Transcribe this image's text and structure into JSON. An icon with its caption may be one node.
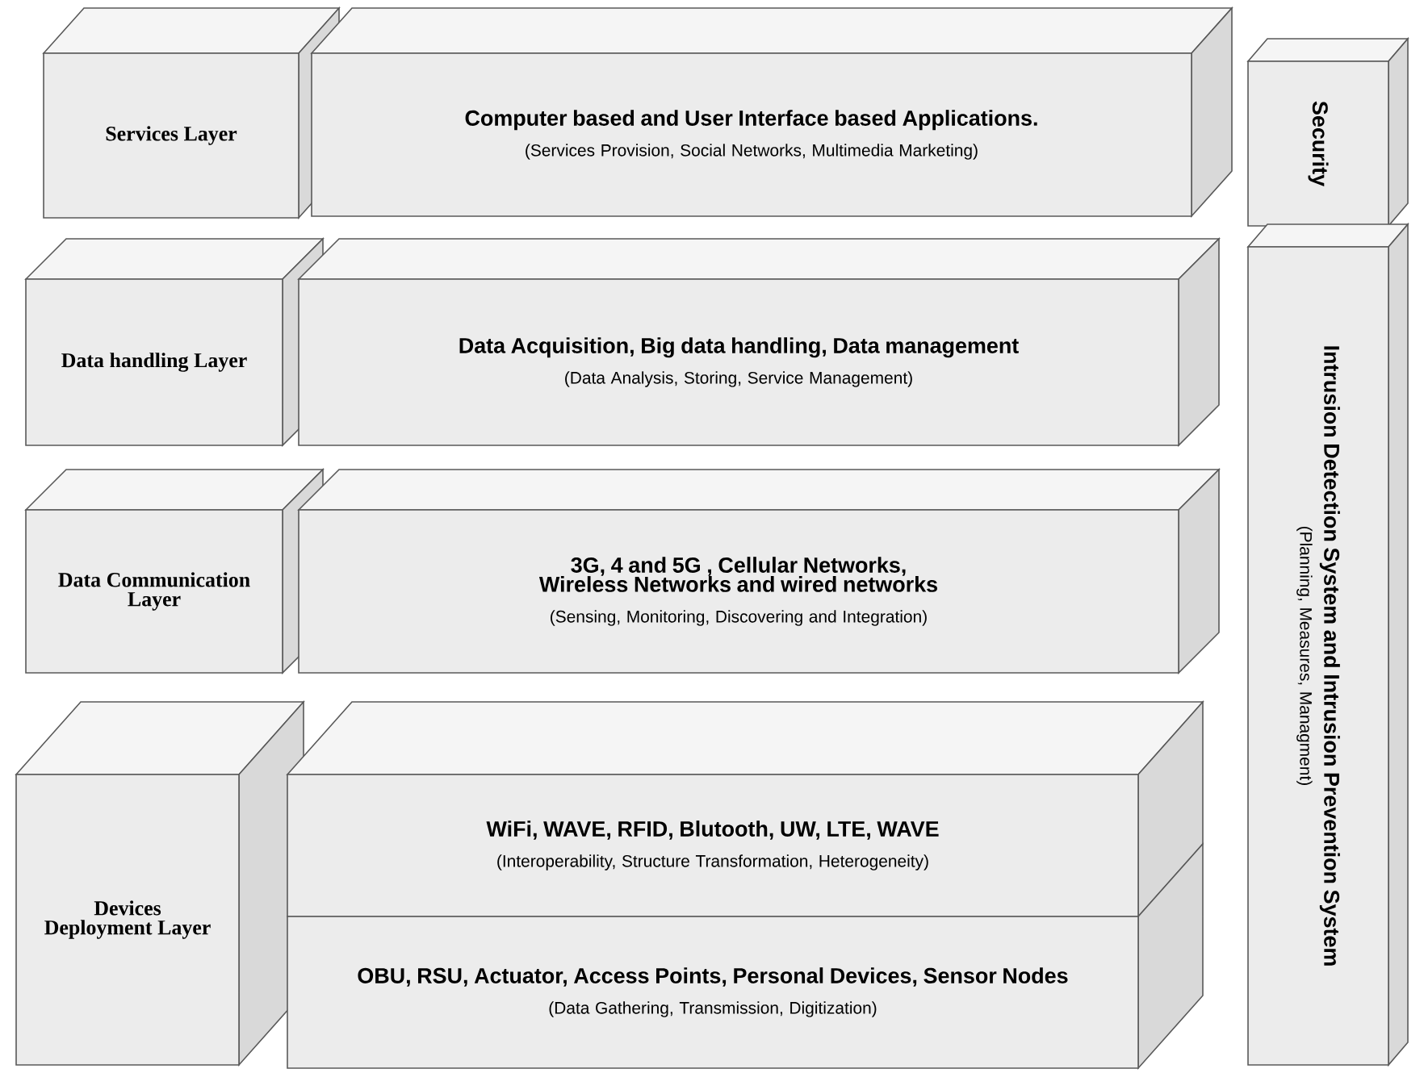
{
  "diagram": {
    "nodes": [
      {
        "text": [
          "Services Layer"
        ]
      },
      {
        "text": [
          "Computer based and User Interface based Applications.",
          "(Services Provision, Social Networks, Multimedia Marketing)"
        ]
      },
      {
        "text": [
          "Security"
        ]
      },
      {
        "text": [
          "Data handling Layer"
        ]
      },
      {
        "text": [
          "Data Acquisition, Big data handling, Data management",
          "(Data Analysis, Storing, Service Management)"
        ]
      },
      {
        "text": [
          "Data Communication Layer"
        ]
      },
      {
        "text": [
          "3G, 4 and 5G , Cellular Networks, Wireless Networks and wired networks",
          "(Sensing, Monitoring, Discovering and Integration)"
        ]
      },
      {
        "text": [
          "Intrusion Detection System and Intrusion Prevention System",
          "(Planning, Measures, Managment)"
        ]
      },
      {
        "text": [
          "Devices Deployment Layer"
        ]
      },
      {
        "text": [
          "WiFi, WAVE, RFID, Blutooth, UW, LTE, WAVE",
          "(Interoperability, Structure Transformation, Heterogeneity)"
        ]
      },
      {
        "text": [
          "OBU, RSU, Actuator, Access Points, Personal Devices, Sensor Nodes",
          "(Data Gathering, Transmission, Digitization)"
        ]
      }
    ]
  }
}
